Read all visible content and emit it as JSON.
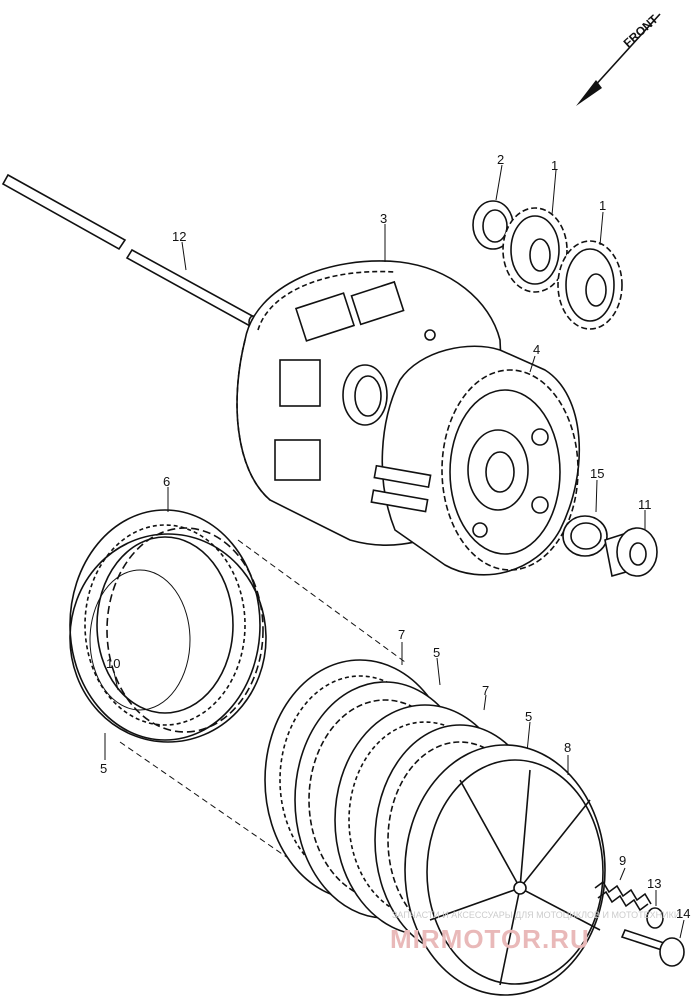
{
  "direction_label": "FRONT",
  "callouts": [
    {
      "id": "c1a",
      "text": "1"
    },
    {
      "id": "c1b",
      "text": "1"
    },
    {
      "id": "c2",
      "text": "2"
    },
    {
      "id": "c3",
      "text": "3"
    },
    {
      "id": "c4",
      "text": "4"
    },
    {
      "id": "c5a",
      "text": "5"
    },
    {
      "id": "c5b",
      "text": "5"
    },
    {
      "id": "c5c",
      "text": "5"
    },
    {
      "id": "c6",
      "text": "6"
    },
    {
      "id": "c7a",
      "text": "7"
    },
    {
      "id": "c7b",
      "text": "7"
    },
    {
      "id": "c8",
      "text": "8"
    },
    {
      "id": "c9",
      "text": "9"
    },
    {
      "id": "c10",
      "text": "10"
    },
    {
      "id": "c11",
      "text": "11"
    },
    {
      "id": "c12",
      "text": "12"
    },
    {
      "id": "c13",
      "text": "13"
    },
    {
      "id": "c14",
      "text": "14"
    },
    {
      "id": "c15",
      "text": "15"
    }
  ],
  "watermark": {
    "text": "MIRMOTOR.RU",
    "tagline": "ЗАПЧАСТИ И АКСЕССУАРЫ ДЛЯ МОТОЦИКЛОВ И МОТОТЕХНИКИ",
    "color": "#e9b9b9"
  }
}
